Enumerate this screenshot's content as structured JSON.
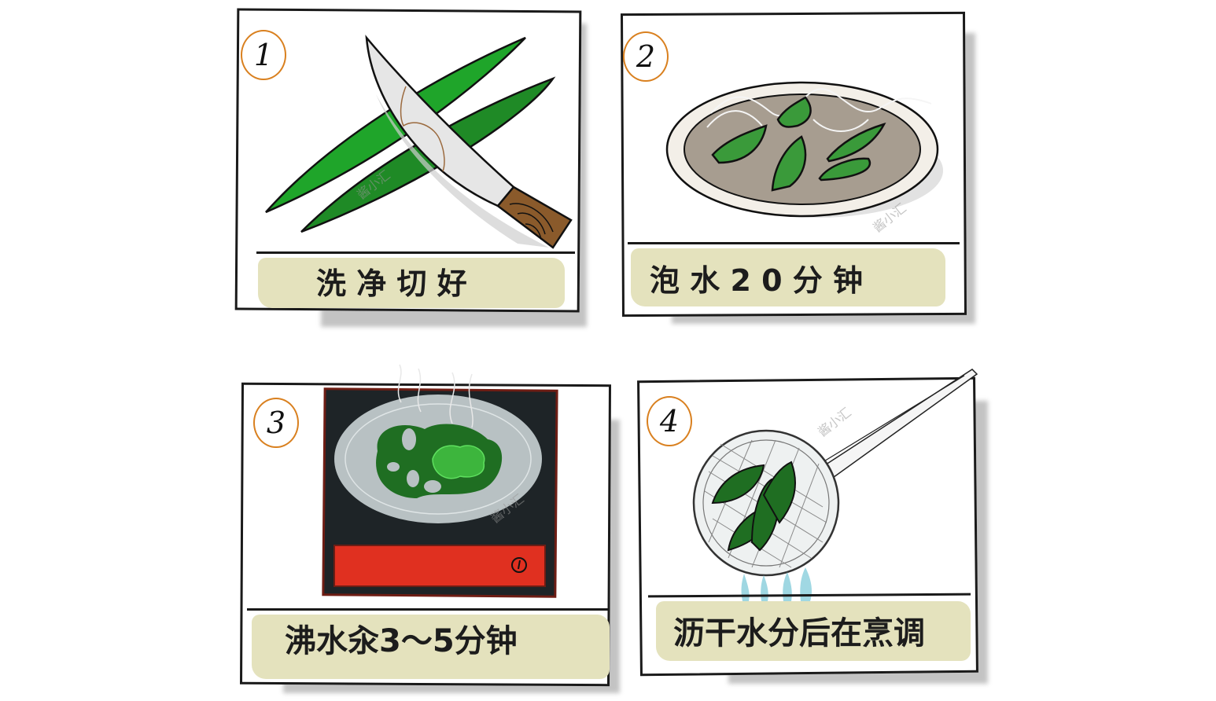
{
  "figure": {
    "type": "four-panel recipe illustration",
    "watermark": "酱小汇"
  },
  "panels": [
    {
      "step_number": "1",
      "caption": "洗 净 切 好",
      "depiction": "knife with wooden handle cutting green vegetable stalks"
    },
    {
      "step_number": "2",
      "caption": "泡 水 2 0 分 钟",
      "depiction": "green leaves soaking in a bowl of water"
    },
    {
      "step_number": "3",
      "caption": "沸水汆3～5分钟",
      "depiction": "steaming blanched greens on a plate on an induction cooker"
    },
    {
      "step_number": "4",
      "caption": "沥干水分后在烹调",
      "depiction": "leaves draining in a mesh strainer with water dripping"
    }
  ],
  "colors": {
    "frame": "#1a1a1a",
    "badge_ring": "#d9801f",
    "caption_highlight": "#e4e2bd",
    "leaf_green": "#1fa52a",
    "leaf_dark_green": "#1f7e22",
    "knife_blade": "#e6e6e6",
    "knife_handle": "#8a5a2b",
    "water": "#a79d90",
    "plate_rim": "#f3efe8",
    "cooker_body": "#1e2427",
    "cooker_panel": "#e03020",
    "plate_grey": "#b8c1c3",
    "drip_blue": "#8fd1de"
  }
}
